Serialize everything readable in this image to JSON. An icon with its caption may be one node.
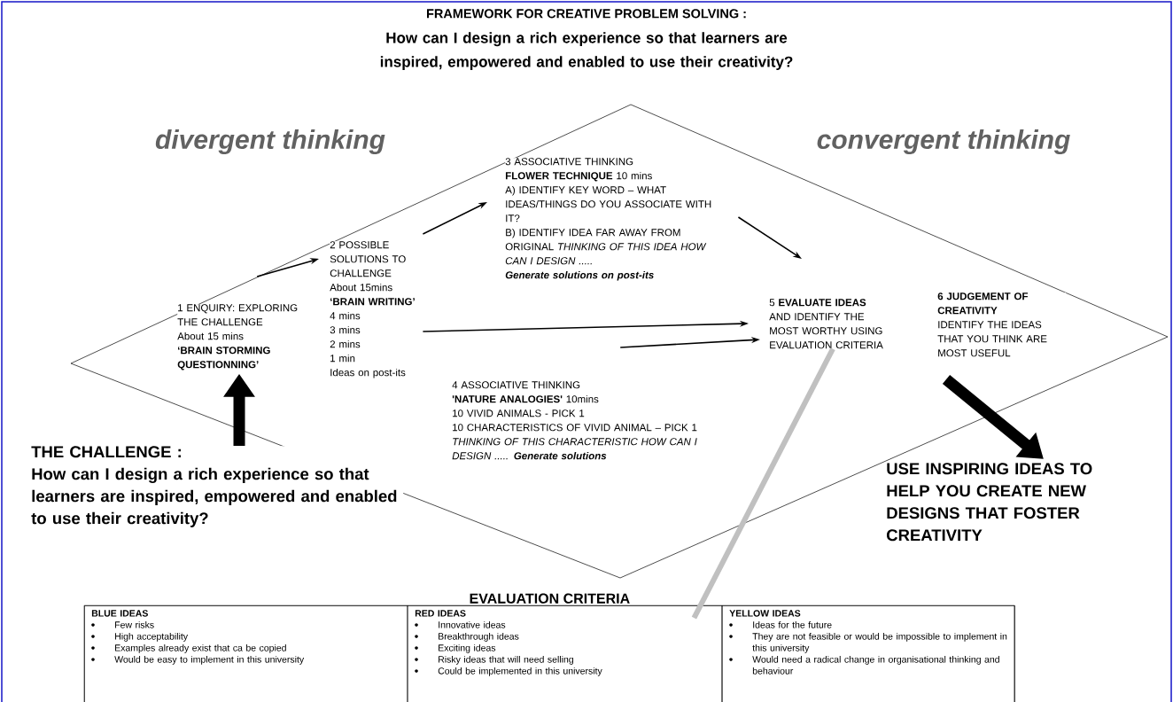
{
  "diagram": {
    "title": "FRAMEWORK FOR CREATIVE PROBLEM SOLVING :",
    "nodes": [
      {
        "text": [],
        "shape": "diamond"
      },
      {
        "text": [
          "1 ENQUIRY: EXPLORING THE CHALLENGE",
          "About 15 mins",
          "‘BRAIN STORMING QUESTIONNING’"
        ],
        "in": 0
      },
      {
        "text": [
          "2 POSSIBLE SOLUTIONS TO CHALLENGE",
          "About 15mins",
          "‘BRAIN WRITING’",
          "4 mins",
          "3 mins",
          "2 mins",
          "1 min",
          "Ideas on post-its"
        ],
        "in": 0
      },
      {
        "text": [
          "3 ASSOCIATIVE THINKING",
          "**FLOWER TECHNIQUE** 10 mins",
          "A) IDENTIFY KEY WORD – WHAT IDEAS/THINGS DO YOU ASSOCIATE WITH IT?",
          "B) IDENTIFY IDEA FAR AWAY FROM ORIGINAL *THINKING OF THIS IDEA HOW CAN I DESIGN .....*",
          "Generate solutions on post-its"
        ],
        "in": 0
      },
      {
        "text": [
          "4 ASSOCIATIVE THINKING",
          "**'NATURE ANALOGIES'** 10mins",
          "10 VIVID ANIMALS - PICK 1",
          "10 CHARACTERISTICS OF VIVID ANIMAL – PICK 1",
          "THINKING OF THIS CHARACTERISTIC HOW CAN I DESIGN ..... **Generate solutions**"
        ],
        "in": 0
      },
      {
        "text": [
          "5 **EVALUATE IDEAS** AND IDENTIFY THE MOST WORTHY USING EVALUATION CRITERIA"
        ],
        "in": 0
      },
      {
        "text": [
          "6 JUDGEMENT OF CREATIVITY",
          "IDENTIFY THE IDEAS THAT YOU THINK ARE MOST USEFUL"
        ],
        "in": 0
      },
      {
        "text": [
          "THE CHALLENGE :",
          "How can I design a rich experience so that learners are inspired, empowered and enabled to use their creativity?"
        ]
      },
      {
        "text": [
          "USE INSPIRING IDEAS TO HELP YOU CREATE NEW DESIGNS THAT FOSTER CREATIVITY"
        ]
      },
      {
        "text": [
          "EVALUATION CRITERIA"
        ]
      },
      {
        "text": [
          "BLUE IDEAS",
          "Few risks",
          "High acceptability",
          "Examples already exist that ca be copied",
          "Would be easy to implement in this university"
        ],
        "in": 9
      },
      {
        "text": [
          "RED IDEAS",
          "Innovative ideas",
          "Breakthrough ideas",
          "Exciting ideas",
          "Risky ideas that will need selling",
          "Could be implemented in this university"
        ],
        "in": 9
      },
      {
        "text": [
          "YELLOW IDEAS",
          "Ideas for the future",
          "They are not feasible or would be impossible to implement in this university",
          "Would need a radical change in organisational thinking and behaviour"
        ],
        "in": 9
      }
    ],
    "edges": [
      {
        "from": 7,
        "to": 1,
        "arrow": "to",
        "style": "thick"
      },
      {
        "from": 1,
        "to": 2,
        "arrow": "to"
      },
      {
        "from": 2,
        "to": 3,
        "arrow": "to"
      },
      {
        "from": 3,
        "to": 5,
        "arrow": "to"
      },
      {
        "from": 2,
        "to": 5,
        "arrow": "to"
      },
      {
        "from": 4,
        "to": 5,
        "arrow": "to"
      },
      {
        "from": 6,
        "to": 8,
        "arrow": "to",
        "style": "thick"
      },
      {
        "from": 5,
        "to": 11,
        "arrow": "none",
        "style": "thick",
        "color": "#c0c0c0"
      }
    ],
    "labels": [
      "How can I design a rich experience so that learners are inspired, empowered and enabled to use their creativity?",
      "divergent thinking",
      "convergent thinking"
    ]
  }
}
